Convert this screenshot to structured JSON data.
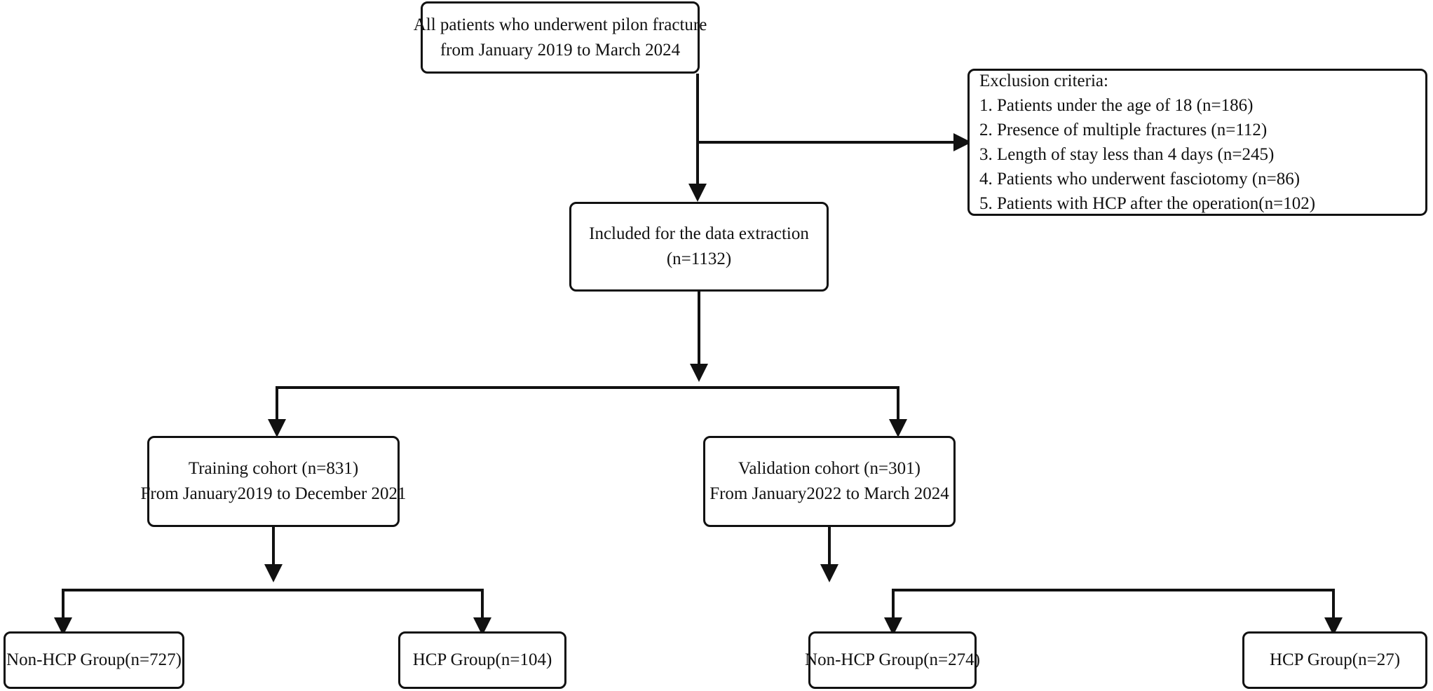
{
  "diagram": {
    "title": "Patient selection flow diagram",
    "line_color": "#111111",
    "box_fill": "#ffffff",
    "nodes": {
      "all_patients": {
        "lines": [
          "All patients who underwent pilon fracture",
          "from January 2019 to March 2024"
        ]
      },
      "exclusion": {
        "lines": [
          "Exclusion criteria:",
          "1. Patients under the age of 18 (n=186)",
          "2. Presence of multiple fractures (n=112)",
          "3. Length of stay less than 4 days (n=245)",
          "4. Patients who underwent fasciotomy (n=86)",
          "5. Patients with HCP after the operation(n=102)"
        ]
      },
      "included": {
        "lines": [
          "Included for the data extraction",
          "(n=1132)"
        ]
      },
      "training_cohort": {
        "lines": [
          "Training cohort (n=831)",
          "From January2019 to December 2021"
        ]
      },
      "validation_cohort": {
        "lines": [
          "Validation cohort (n=301)",
          "From January2022 to March 2024"
        ]
      },
      "training_non_hcp": {
        "lines": [
          "Non-HCP Group(n=727)"
        ]
      },
      "training_hcp": {
        "lines": [
          "HCP Group(n=104)"
        ]
      },
      "validation_non_hcp": {
        "lines": [
          "Non-HCP Group(n=274)"
        ]
      },
      "validation_hcp": {
        "lines": [
          "HCP Group(n=27)"
        ]
      }
    }
  }
}
